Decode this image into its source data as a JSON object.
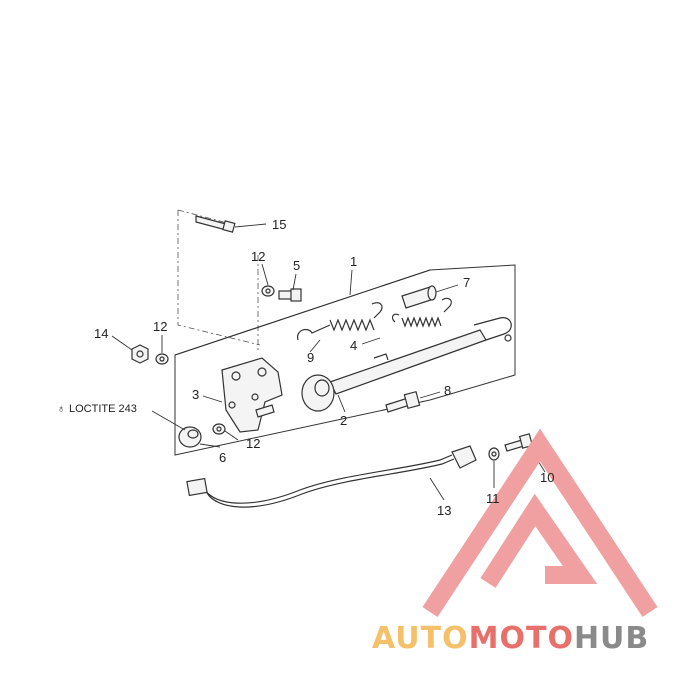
{
  "callouts": {
    "c1": "1",
    "c2": "2",
    "c3": "3",
    "c4": "4",
    "c5": "5",
    "c6": "6",
    "c7": "7",
    "c8": "8",
    "c9": "9",
    "c10": "10",
    "c11": "11",
    "c12a": "12",
    "c12b": "12",
    "c12c": "12",
    "c13": "13",
    "c14": "14",
    "c15": "15"
  },
  "note": "LOCTITE 243",
  "note_symbol": "♁",
  "watermark": {
    "part1": "AUTO",
    "part2": "MOTO",
    "part3": "HUB",
    "color1": "#f5c06a",
    "color2": "#e8706a",
    "color3": "#8a8a8a",
    "triangle_color": "#f0a0a0"
  }
}
